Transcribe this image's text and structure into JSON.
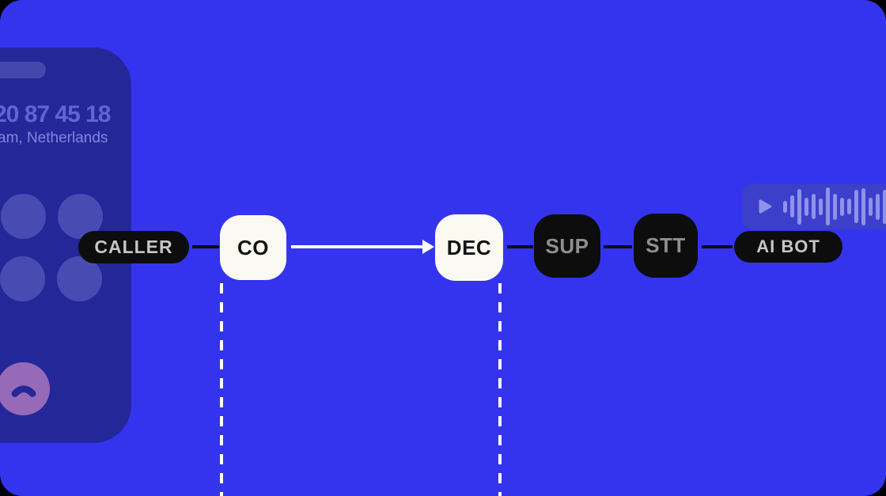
{
  "phone": {
    "number": "20 87 45 18",
    "location": "am, Netherlands",
    "hangup_icon": "call-end-icon",
    "keypad_dots": 4,
    "colors": {
      "body": "#242798",
      "keypad": "#484cb2",
      "number_text": "#6165d2",
      "location_text": "#8285de",
      "hangup_button": "#966ab8"
    }
  },
  "pipeline": {
    "nodes": [
      {
        "label": "CALLER",
        "style": "pill-dark"
      },
      {
        "label": "CO",
        "style": "card-light"
      },
      {
        "label": "DEC",
        "style": "card-light"
      },
      {
        "label": "SUP",
        "style": "card-dark"
      },
      {
        "label": "STT",
        "style": "card-dark"
      },
      {
        "label": "AI BOT",
        "style": "pill-dark"
      }
    ],
    "connector_color_dark": "#0d0d0d",
    "arrow_color": "#ffffff",
    "dashed_guides": {
      "color": "#ffffff",
      "under_nodes": [
        "CO",
        "DEC"
      ]
    }
  },
  "audio_player": {
    "play_icon": "play-icon",
    "bar_heights": [
      15,
      28,
      45,
      23,
      32,
      21,
      48,
      33,
      23,
      20,
      42,
      47,
      23,
      33,
      43
    ],
    "colors": {
      "panel": "#3c3fc9",
      "bars": "#8f92ea"
    }
  },
  "canvas": {
    "background": "#3434ef",
    "outer_background": "#000000",
    "node_dark": "#0d0d0d",
    "node_light": "#fbfaf2"
  }
}
